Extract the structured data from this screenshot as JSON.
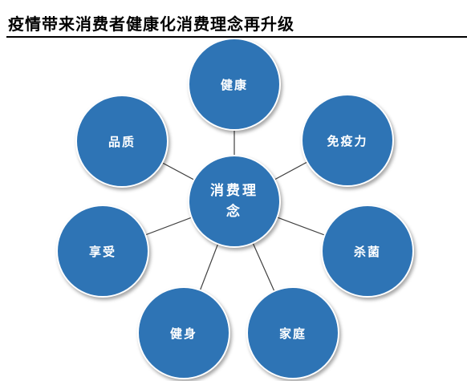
{
  "title": "疫情带来消费者健康化消费理念再升级",
  "center": {
    "label": "消费理念"
  },
  "nodes": [
    {
      "label": "健康"
    },
    {
      "label": "免疫力"
    },
    {
      "label": "杀菌"
    },
    {
      "label": "家庭"
    },
    {
      "label": "健身"
    },
    {
      "label": "享受"
    },
    {
      "label": "品质"
    }
  ],
  "colors": {
    "node_fill": "#2E74B5",
    "node_border": "#FFFFFF",
    "line": "#404040",
    "node_text": "#FFFFFF",
    "title_text": "#000000"
  }
}
